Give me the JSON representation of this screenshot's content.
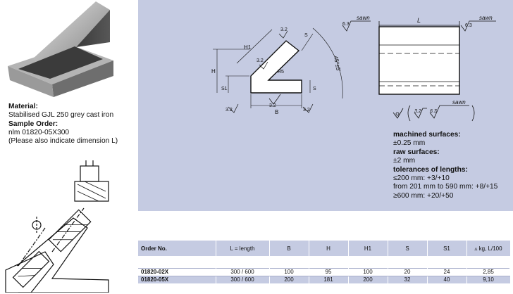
{
  "info": {
    "material_heading": "Material:",
    "material_value": "Stabilised GJL 250 grey cast iron",
    "sample_heading": "Sample Order:",
    "sample_value": "nlm 01820-05X300",
    "sample_note": "(Please also indicate dimension L)"
  },
  "drawing": {
    "labels": {
      "sawn": "sawn",
      "roughness_63": "6.3",
      "roughness_32": "3.2",
      "dim_L": "L",
      "dim_H": "H",
      "dim_H1": "H1",
      "dim_S": "S",
      "dim_S1": "S1",
      "dim_B": "B",
      "radius": "R5",
      "angle": "45°±5'"
    }
  },
  "specs": {
    "machined_heading": "machined surfaces:",
    "machined_value": "±0.25 mm",
    "raw_heading": "raw surfaces:",
    "raw_value": "±2 mm",
    "tol_heading": "tolerances of lengths:",
    "tol_1": "≤200 mm: +3/+10",
    "tol_2": "from 201 mm to 590 mm: +8/+15",
    "tol_3": "≥600 mm: +20/+50"
  },
  "table": {
    "headers": [
      "Order No.",
      "L = length",
      "B",
      "H",
      "H1",
      "S",
      "S1",
      "kg, L/100"
    ],
    "rows": [
      [
        "01820-02X",
        "300 / 600",
        "100",
        "95",
        "100",
        "20",
        "24",
        "2,85"
      ],
      [
        "01820-05X",
        "300 / 600",
        "200",
        "181",
        "200",
        "32",
        "40",
        "9,10"
      ]
    ]
  }
}
